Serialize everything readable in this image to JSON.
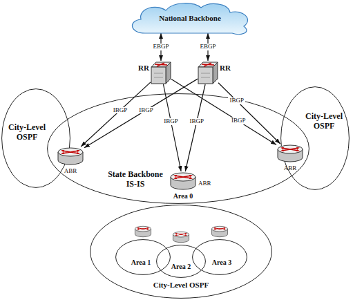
{
  "diagram": {
    "nodes": [
      {
        "text": [
          "National Backbone"
        ]
      },
      {
        "text": [
          "RR"
        ]
      },
      {
        "text": [
          "RR"
        ]
      },
      {
        "text": [
          "City-Level OSPF"
        ]
      },
      {
        "text": [
          "State Backbone IS-IS"
        ]
      },
      {
        "text": [
          "City-Level OSPF"
        ]
      },
      {
        "text": [
          "ABR"
        ]
      },
      {
        "text": [
          "ABR"
        ]
      },
      {
        "text": [
          "ABR",
          "Area 0"
        ]
      },
      {
        "text": [
          "City-Level OSPF"
        ]
      },
      {
        "text": [
          "Area 1"
        ],
        "in": 9
      },
      {
        "text": [
          "Area 2"
        ],
        "in": 9
      },
      {
        "text": [
          "Area 3"
        ],
        "in": 9
      }
    ],
    "edges": [
      {
        "from": 1,
        "to": 0,
        "arrow": "both",
        "label": "EBGP"
      },
      {
        "from": 2,
        "to": 0,
        "arrow": "both",
        "label": "EBGP"
      },
      {
        "from": 1,
        "to": 6,
        "arrow": "to",
        "label": "IBGP"
      },
      {
        "from": 1,
        "to": 8,
        "arrow": "to",
        "label": "IBGP"
      },
      {
        "from": 1,
        "to": 7,
        "arrow": "to",
        "label": "IBGP"
      },
      {
        "from": 2,
        "to": 6,
        "arrow": "to",
        "label": "IBGP"
      },
      {
        "from": 2,
        "to": 8,
        "arrow": "to",
        "label": "IBGP"
      },
      {
        "from": 2,
        "to": 7,
        "arrow": "to",
        "label": "IBGP"
      }
    ]
  }
}
